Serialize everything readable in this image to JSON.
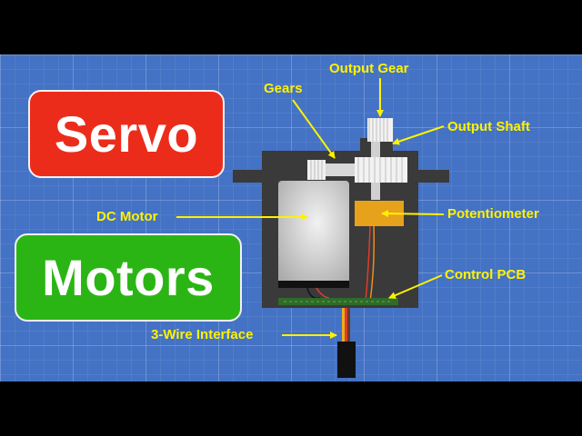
{
  "title": {
    "line1": "Servo",
    "line2": "Motors"
  },
  "labels": {
    "output_gear": "Output Gear",
    "gears": "Gears",
    "output_shaft": "Output Shaft",
    "dc_motor": "DC Motor",
    "potentiometer": "Potentiometer",
    "control_pcb": "Control PCB",
    "wire_interface": "3-Wire Interface"
  },
  "colors": {
    "background": "#4472c4",
    "servo_box": "#ec2c1b",
    "motors_box": "#2bb515",
    "label": "#fff200",
    "housing": "#3a3a3a",
    "potentiometer": "#e6a21a",
    "pcb": "#2f6b2a"
  }
}
